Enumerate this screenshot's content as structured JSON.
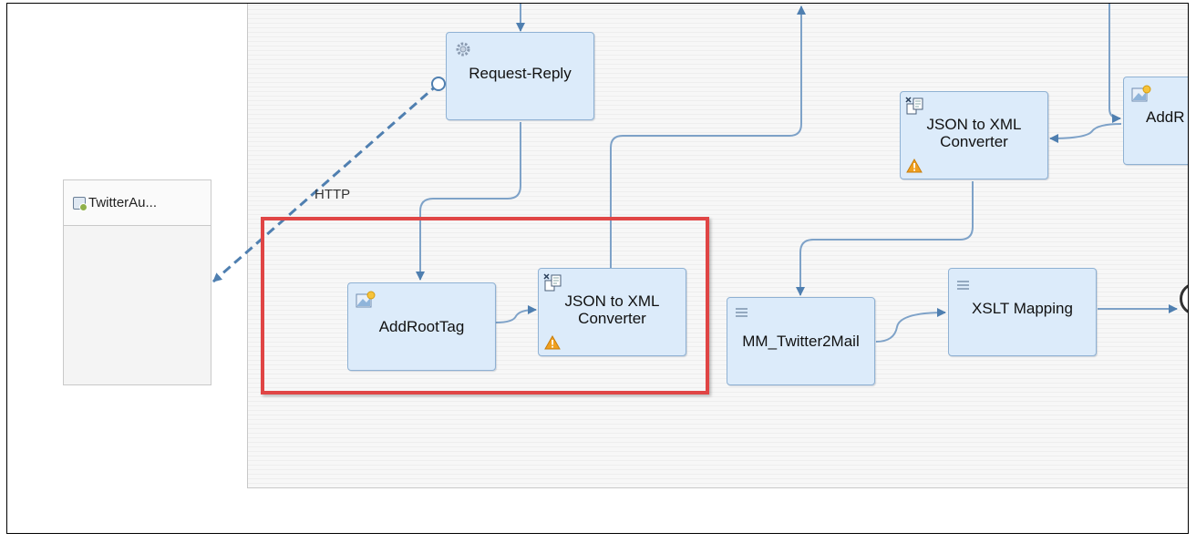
{
  "diagram": {
    "receiver": {
      "title": "TwitterAu..."
    },
    "edge_labels": {
      "http": "HTTP"
    },
    "steps": {
      "request_reply": {
        "label": "Request-Reply",
        "icon": "gear-icon"
      },
      "add_root_tag": {
        "label": "AddRootTag",
        "icon": "content-modifier-icon"
      },
      "json_converter_1": {
        "label": "JSON to XML\nConverter",
        "icon": "converter-icon",
        "warning": true
      },
      "json_converter_2": {
        "label": "JSON to XML\nConverter",
        "icon": "converter-icon",
        "warning": true
      },
      "add_root_partial": {
        "label": "AddR",
        "icon": "content-modifier-icon"
      },
      "mm_twitter2mail": {
        "label": "MM_Twitter2Mail",
        "icon": "mapping-icon"
      },
      "xslt_mapping": {
        "label": "XSLT Mapping",
        "icon": "mapping-icon"
      }
    },
    "colors": {
      "step_fill": "#dcebfa",
      "step_border": "#8fb1d3",
      "connector": "#6e96be",
      "highlight": "#e04545",
      "warning": "#f0a020"
    }
  }
}
